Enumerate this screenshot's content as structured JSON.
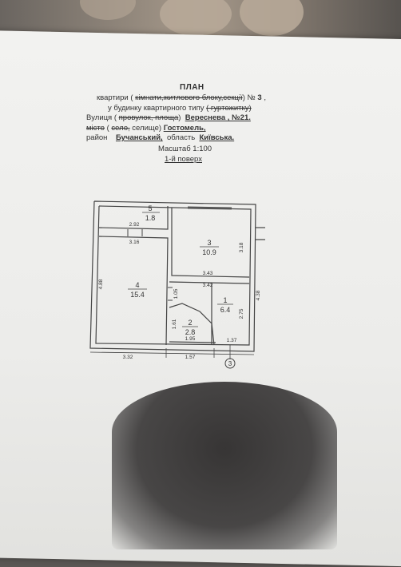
{
  "header": {
    "title": "ПЛАН",
    "line1_prefix": "квартири (",
    "line1_struck": "кімнати,житлового блоку,секції",
    "line1_suffix": ") № ",
    "apt_no": "3",
    "line1_end": " ,",
    "line2_prefix": "у будинку квартирного типу",
    "line2_struck": "( гуртожитку)",
    "line3_prefix": "Вулиця (",
    "line3_struck": "провулок, площа",
    "line3_suffix": ")",
    "street": "Вереснева , №21.",
    "line4_struck1": "місто",
    "line4_mid": "(",
    "line4_struck2": "село,",
    "line4_suffix": " селище)",
    "town": "Гостомель,",
    "line5_prefix": "район",
    "district": "Бучанський,",
    "line5_mid": "область",
    "region": "Київська.",
    "scale": "Масштаб  1:100",
    "floor": "1-й поверх"
  },
  "rooms": [
    {
      "number": "5",
      "area": "1.8"
    },
    {
      "number": "3",
      "area": "10.9"
    },
    {
      "number": "4",
      "area": "15.4"
    },
    {
      "number": "1",
      "area": "6.4"
    },
    {
      "number": "2",
      "area": "2.8"
    }
  ],
  "dimensions": {
    "d292": "2.92",
    "d316": "3.16",
    "d318": "3.18",
    "d343": "3.43",
    "d342": "3.42",
    "d488": "4.88",
    "d105": "1.05",
    "d275": "2.75",
    "d438": "4.38",
    "d161": "1.61",
    "d195": "1.95",
    "d137": "1.37",
    "d332": "3.32",
    "d157": "1.57"
  },
  "marker": "3"
}
